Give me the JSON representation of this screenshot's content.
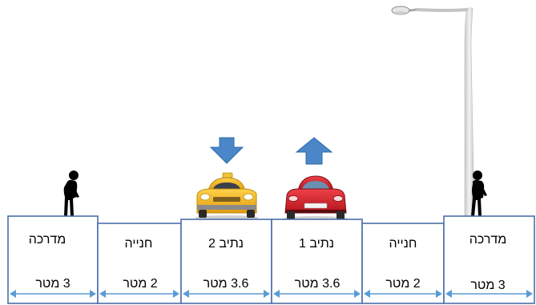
{
  "segments": [
    {
      "name": "מדרכה",
      "width": "3 מטר"
    },
    {
      "name": "חנייה",
      "width": "2 מטר"
    },
    {
      "name": "נתיב 2",
      "width": "3.6 מטר"
    },
    {
      "name": "נתיב 1",
      "width": "3.6 מטר"
    },
    {
      "name": "חנייה",
      "width": "2 מטר"
    },
    {
      "name": "מדרכה",
      "width": "3 מטר"
    }
  ],
  "colors": {
    "box_border": "#4a6ea9",
    "dimension_arrow": "#5b9bd5",
    "direction_arrow": "#4a86c8",
    "taxi": "#f5b81c",
    "car": "#d8242e",
    "pole": "#d9d9d9"
  },
  "icons": [
    "person-icon",
    "taxi-icon",
    "car-icon",
    "street-lamp-icon",
    "down-arrow-icon",
    "up-arrow-icon"
  ]
}
